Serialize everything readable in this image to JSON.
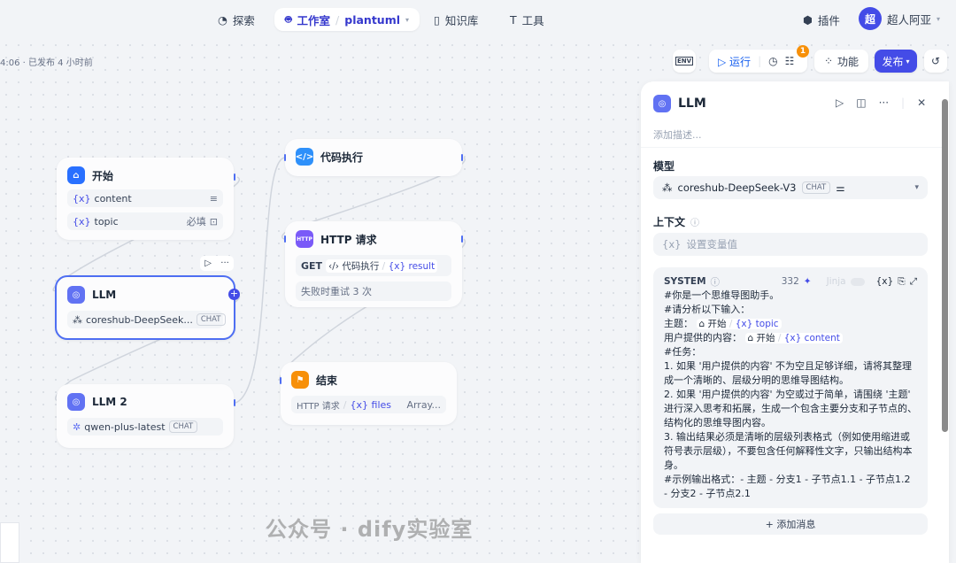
{
  "nav": {
    "explore": "探索",
    "studio": "工作室",
    "app": "plantuml",
    "knowledge": "知识库",
    "tools": "工具",
    "plugins": "插件",
    "avatar_initial": "超",
    "user": "超人阿亚"
  },
  "status": "4:06 · 已发布 4 小时前",
  "toolbar": {
    "env": "ENV",
    "run": "运行",
    "badge": "1",
    "features": "功能",
    "publish": "发布"
  },
  "nodes": {
    "start": {
      "title": "开始",
      "vars": [
        "content",
        "topic"
      ],
      "required": "必填"
    },
    "llm": {
      "title": "LLM",
      "model": "coreshub-DeepSeek...",
      "tag": "CHAT"
    },
    "llm2": {
      "title": "LLM 2",
      "model": "qwen-plus-latest",
      "tag": "CHAT"
    },
    "code": {
      "title": "代码执行"
    },
    "http": {
      "title": "HTTP 请求",
      "method": "GET",
      "src": "代码执行",
      "var": "result",
      "retry": "失败时重试 3 次",
      "icon": "HTTP"
    },
    "end": {
      "title": "结束",
      "src": "HTTP 请求",
      "var": "files",
      "type": "Array..."
    }
  },
  "panel": {
    "title": "LLM",
    "desc_placeholder": "添加描述...",
    "model_label": "模型",
    "model": "coreshub-DeepSeek-V3",
    "model_tag": "CHAT",
    "context_label": "上下文",
    "context_placeholder": "设置变量值",
    "system": {
      "label": "SYSTEM",
      "count": "332",
      "jinja": "Jinja",
      "l1": "#你是一个思维导图助手。",
      "l2": "#请分析以下输入：",
      "l3": "主题：",
      "l3_node": "开始",
      "l3_var": "topic",
      "l4": "用户提供的内容：",
      "l4_node": "开始",
      "l4_var": "content",
      "l5": "#任务：",
      "p1": "1. 如果 '用户提供的内容' 不为空且足够详细，请将其整理成一个清晰的、层级分明的思维导图结构。",
      "p2": "2. 如果 '用户提供的内容' 为空或过于简单，请围绕 '主题' 进行深入思考和拓展，生成一个包含主要分支和子节点的、结构化的思维导图内容。",
      "p3": "3. 输出结果必须是清晰的层级列表格式（例如使用缩进或符号表示层级），不要包含任何解释性文字，只输出结构本身。",
      "p4": "#示例输出格式：- 主题  - 分支1    - 子节点1.1    - 子节点1.2  - 分支2    - 子节点2.1"
    },
    "add_message": "+ 添加消息"
  },
  "watermark": "公众号 · dify实验室"
}
